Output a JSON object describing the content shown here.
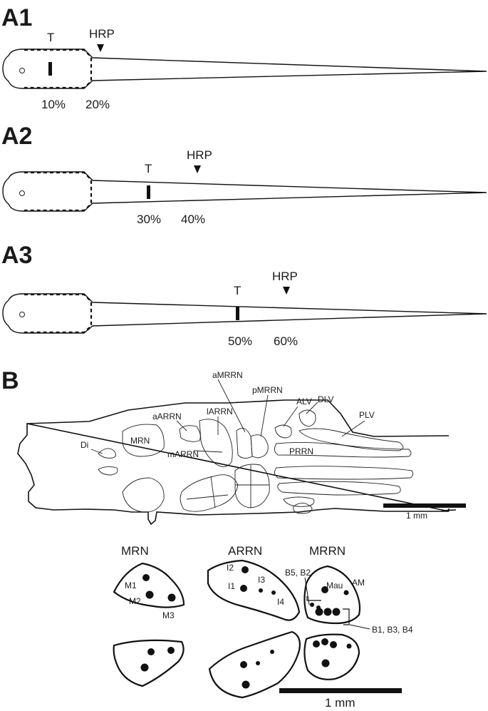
{
  "panel_a": [
    {
      "label": "A1",
      "transection_label": "T",
      "injection_label": "HRP",
      "transection_pct": "10%",
      "injection_pct": "20%"
    },
    {
      "label": "A2",
      "transection_label": "T",
      "injection_label": "HRP",
      "transection_pct": "30%",
      "injection_pct": "40%"
    },
    {
      "label": "A3",
      "transection_label": "T",
      "injection_label": "HRP",
      "transection_pct": "50%",
      "injection_pct": "60%"
    }
  ],
  "panel_b": {
    "label": "B",
    "regions": {
      "aMRRN": "aMRRN",
      "pMRRN": "pMRRN",
      "ALV": "ALV",
      "DLV": "DLV",
      "PLV": "PLV",
      "aARRN": "aARRN",
      "lARRN": "lARRN",
      "mARRN": "mARRN",
      "MRN": "MRN",
      "Di": "Di",
      "PRRN": "PRRN"
    },
    "scale_bar": "1 mm"
  },
  "inset": {
    "headers": {
      "mrn": "MRN",
      "arrn": "ARRN",
      "mrrn": "MRRN"
    },
    "neurons": {
      "M1": "M1",
      "M2": "M2",
      "M3": "M3",
      "I1": "I1",
      "I2": "I2",
      "I3": "I3",
      "I4": "I4",
      "B5B2": "B5, B2",
      "Mau": "Mau",
      "AM": "AM",
      "B1B3B4": "B1, B3, B4"
    },
    "scale_bar": "1 mm"
  }
}
